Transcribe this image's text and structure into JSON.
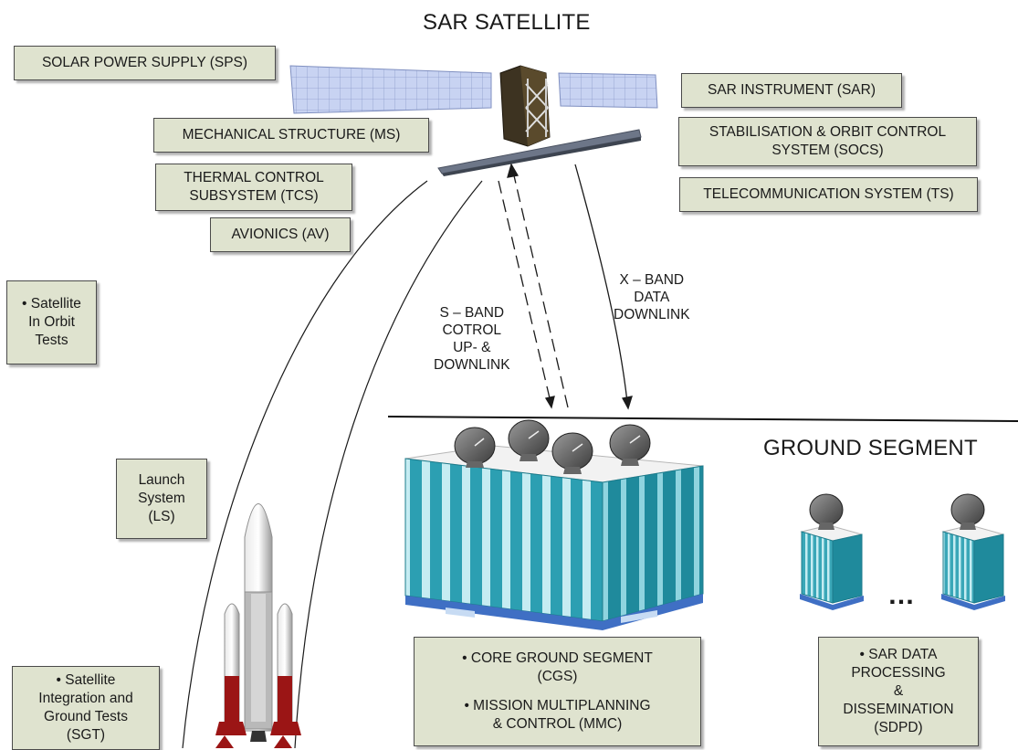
{
  "title": "SAR SATELLITE",
  "ground_title": "GROUND SEGMENT",
  "satellite_subsystems_left": [
    {
      "lines": [
        "SOLAR POWER SUPPLY (SPS)"
      ]
    },
    {
      "lines": [
        "MECHANICAL STRUCTURE (MS)"
      ]
    },
    {
      "lines": [
        "THERMAL CONTROL",
        "SUBSYSTEM (TCS)"
      ]
    },
    {
      "lines": [
        "AVIONICS (AV)"
      ]
    }
  ],
  "satellite_subsystems_right": [
    {
      "lines": [
        "SAR INSTRUMENT (SAR)"
      ]
    },
    {
      "lines": [
        "STABILISATION & ORBIT CONTROL",
        "SYSTEM (SOCS)"
      ]
    },
    {
      "lines": [
        "TELECOMMUNICATION SYSTEM (TS)"
      ]
    }
  ],
  "activities": {
    "in_orbit": [
      "• Satellite",
      "In Orbit",
      "Tests"
    ],
    "launch": [
      "Launch",
      "System",
      "(LS)"
    ],
    "ground_tests": [
      "• Satellite",
      "Integration and",
      "Ground Tests",
      "(SGT)"
    ]
  },
  "links": {
    "s_band": [
      "S – BAND",
      "COTROL",
      "UP- &",
      "DOWNLINK"
    ],
    "x_band": [
      "X – BAND",
      "DATA",
      "DOWNLINK"
    ]
  },
  "ground_boxes": {
    "cgs": [
      "• CORE GROUND SEGMENT",
      "(CGS)",
      "",
      "• MISSION MULTIPLANNING",
      "& CONTROL (MMC)"
    ],
    "sdpd": [
      "• SAR DATA",
      "PROCESSING",
      "&",
      "DISSEMINATION",
      "(SDPD)"
    ]
  },
  "ellipsis": "…",
  "colors": {
    "box_fill": "#dfe3cf",
    "building_teal": "#2a9db0",
    "building_light": "#b9e6ee",
    "panel_blue": "#b7c6ec",
    "rocket_red": "#9b1515"
  }
}
